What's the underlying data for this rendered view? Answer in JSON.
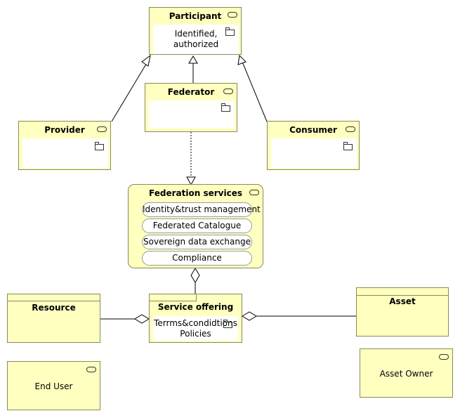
{
  "participant": {
    "title": "Participant",
    "body_line1": "Identified,",
    "body_line2": "authorized"
  },
  "federator": {
    "title": "Federator"
  },
  "provider": {
    "title": "Provider"
  },
  "consumer": {
    "title": "Consumer"
  },
  "federation_services": {
    "title": "Federation services",
    "items": [
      "Identity&trust management",
      "Federated Catalogue",
      "Sovereign data exchange",
      "Compliance"
    ]
  },
  "resource": {
    "title": "Resource"
  },
  "service_offering": {
    "title": "Service offering",
    "body_line1": "Terrms&condidtions",
    "body_line2": "Policies"
  },
  "asset": {
    "title": "Asset"
  },
  "end_user": {
    "label": "End User"
  },
  "asset_owner": {
    "label": "Asset Owner"
  },
  "colors": {
    "fill": "#ffffc0",
    "border": "#8a8a5a",
    "line": "#000000"
  },
  "icons": [
    "role-icon",
    "folder-icon",
    "generalization-arrow",
    "aggregation-diamond",
    "realization-arrow"
  ]
}
